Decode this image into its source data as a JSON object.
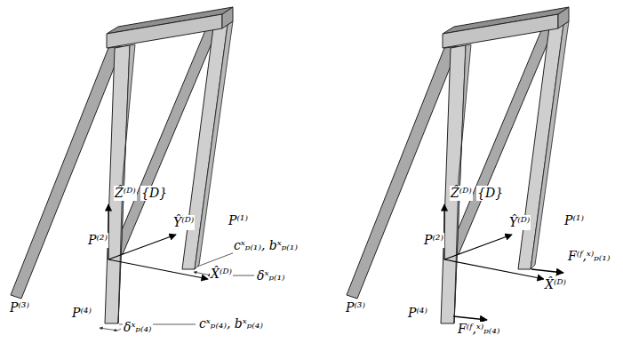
{
  "diagram": {
    "labels": [
      "Ẑ⁽ᴰ⁾",
      "{D}",
      "Ŷ⁽ᴰ⁾",
      "P⁽²⁾",
      "P⁽¹⁾",
      "cˣₚ₍₁₎, bˣₚ₍₁₎",
      "X̂⁽ᴰ⁾",
      "δˣₚ₍₁₎",
      "P⁽³⁾",
      "P⁽⁴⁾",
      "δˣₚ₍₄₎",
      "cˣₚ₍₄₎, bˣₚ₍₄₎",
      "Ẑ⁽ᴰ⁾",
      "{D}",
      "Ŷ⁽ᴰ⁾",
      "P⁽²⁾",
      "P⁽¹⁾",
      "F⁽ᶠ,ˣ⁾ₚ₍₁₎",
      "X̂⁽ᴰ⁾",
      "P⁽³⁾",
      "P⁽⁴⁾",
      "F⁽ᶠ,ˣ⁾ₚ₍₄₎"
    ]
  }
}
